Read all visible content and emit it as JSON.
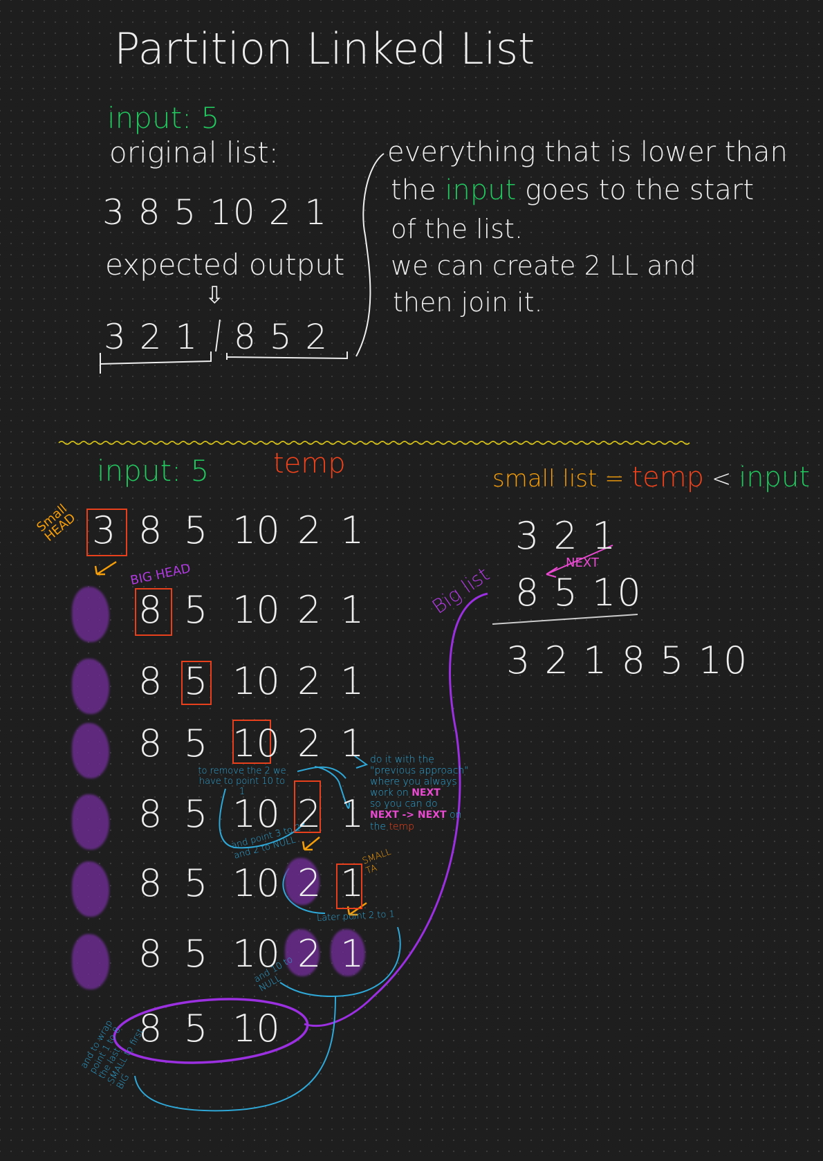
{
  "title": "Partition Linked List",
  "top": {
    "input_label": "input: 5",
    "original_label": "original list:",
    "original_values": "3  8  5  10  2  1",
    "expected_label": "expected output",
    "expected_left": "3  2  1",
    "expected_right": "8  5  2",
    "note_line1": "everything that is lower than",
    "note_line2a": "the ",
    "note_line2b": "input",
    "note_line2c": " goes to the start",
    "note_line3": "of the list.",
    "note_line4": "we can create 2 LL and",
    "note_line5": "then join it."
  },
  "bottom": {
    "input_label": "input: 5",
    "temp_label": "temp",
    "small_head_label": "Small HEAD",
    "big_head_label": "BIG HEAD",
    "big_list_label": "Big list",
    "small_list_prefix": "small list = ",
    "small_list_temp": "temp",
    "small_list_suffix": " < ",
    "small_list_input": "input",
    "result_small": "3  2  1",
    "result_big": "8  5  10",
    "next_label": "NEXT",
    "result_joined": "3  2  1  8  5  10",
    "rows": [
      [
        "3",
        "8",
        "5",
        "10",
        "2",
        "1"
      ],
      [
        "8",
        "5",
        "10",
        "2",
        "1"
      ],
      [
        "8",
        "5",
        "10",
        "2",
        "1"
      ],
      [
        "8",
        "5",
        "10",
        "2",
        "1"
      ],
      [
        "8",
        "5",
        "10",
        "2",
        "1"
      ],
      [
        "8",
        "5",
        "10",
        "2",
        "1"
      ],
      [
        "8",
        "5",
        "10",
        "2",
        "1"
      ],
      [
        "8",
        "5",
        "10"
      ]
    ],
    "note_remove": "to remove the 2 we have to point 10 to 1",
    "note_point": "and point 3 to 2 and 2 to NULL",
    "note_small_tail": "SMALL TA",
    "note_later": "Later point 2 to 1",
    "note_and_null": "and 10 to NULL",
    "note_wrap": "and to wrap point 1 to 8 the last SMALL to first BIG",
    "note_prev_1": "do it with the",
    "note_prev_2": "\"previous approach\"",
    "note_prev_3": "where you always",
    "note_prev_4a": "work on ",
    "note_prev_4b": "NEXT",
    "note_prev_5": "so you can do",
    "note_prev_6a": "NEXT -> NEXT",
    "note_prev_6b": " on",
    "note_prev_7a": "the ",
    "note_prev_7b": "temp"
  },
  "colors": {
    "green": "#22c55e",
    "red": "#f0431c",
    "orange": "#f59e0b",
    "magenta": "#e84bd0",
    "cyan": "#2fa8d8",
    "purple": "#9b30e0",
    "yellow": "#d4c21a"
  }
}
